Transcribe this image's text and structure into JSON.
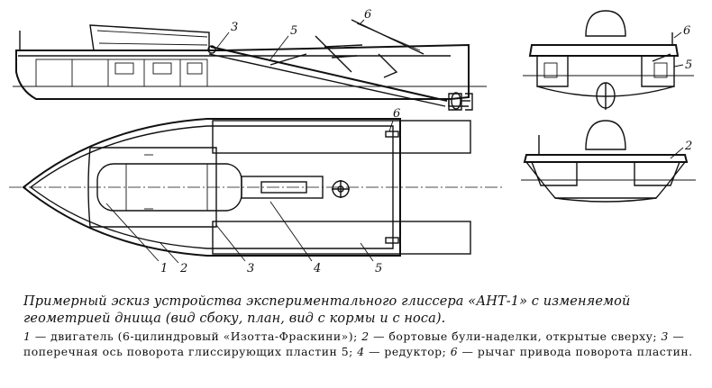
{
  "labels": {
    "l1": "1",
    "l2": "2",
    "l3": "3",
    "l4": "4",
    "l5": "5",
    "l6": "6"
  },
  "caption": {
    "title": "Примерный эскиз устройства экспериментального глиссера «АНТ-1» с изменяемой геометрией днища (вид сбоку, план, вид с кормы и с носа).",
    "items": [
      {
        "num": "1",
        "text": "двигатель (6-цилиндровый «Изотта-Фраскини»)"
      },
      {
        "num": "2",
        "text": "бортовые були-наделки, открытые сверху"
      },
      {
        "num": "3",
        "text": "поперечная ось поворота глиссирующих пластин 5"
      },
      {
        "num": "4",
        "text": "редуктор"
      },
      {
        "num": "6",
        "text": "рычаг привода поворота пластин."
      }
    ]
  }
}
